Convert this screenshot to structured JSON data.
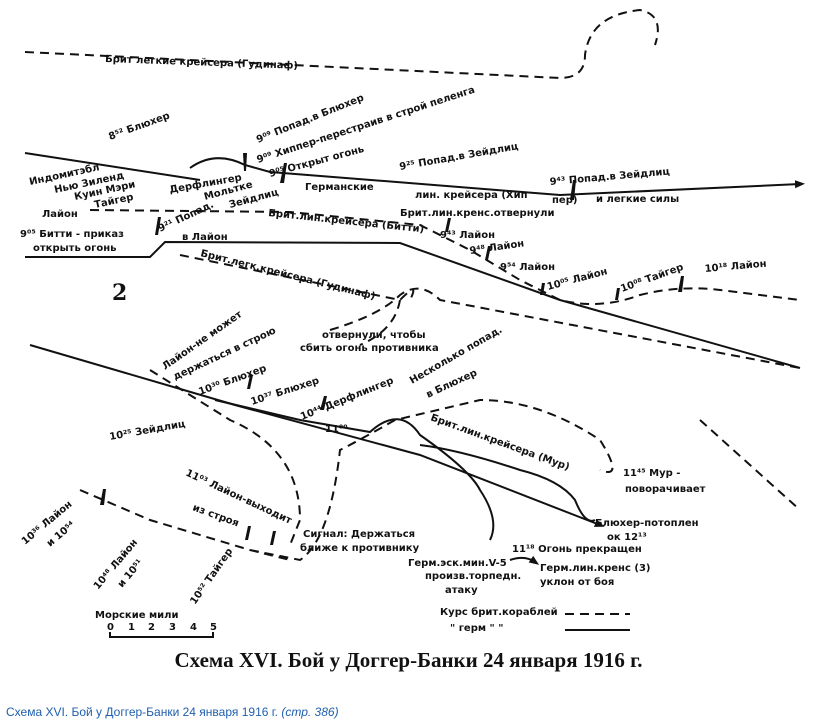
{
  "diagram": {
    "panel_number": "2",
    "labels": {
      "brit_light_goodenough_top": "Брит легкие крейсера (Гудинаф)",
      "bluecher_852": "8⁵² Блюхер",
      "indomitable": "Индомитэбл",
      "new_zealand": "Нью Зиленд",
      "queen_mary": "Куин Мэри",
      "tiger": "Тайгер",
      "lion": "Лайон",
      "beatty_order": "9⁰⁵ Битти - приказ",
      "open_fire": "открыть огонь",
      "hit_lion_921": "9²¹ Попад.",
      "hit_lion_921b": "в Лайон",
      "derfflinger": "Дерфлингер",
      "moltke": "Мольтке",
      "seydlitz": "Зейдлиц",
      "hit_bluecher_909": "9⁰⁹ Попад.в Блюхер",
      "hipper_reform": "9⁰⁹ Хиппер-перестраив в строй пеленга",
      "open_fire_905": "9⁰⁵ Открыт огонь",
      "german_bc_1": "Германские",
      "german_bc_2": "лин. крейсера (Хип",
      "german_bc_3": "пер)",
      "german_bc_4": "и легкие силы",
      "hit_seydlitz_925": "9²⁵ Попад.в Зейдлиц",
      "hit_seydlitz_943": "9⁴³ Попад.в Зейдлиц",
      "brit_bc_beatty": "Брит.лин.крейсера (Битти)",
      "brit_bc_turned": "Брит.лин.кренс.отвернули",
      "lion_943": "9⁴³ Лайон",
      "lion_948": "9⁴⁸ Лайон",
      "lion_954": "9⁵⁴ Лайон",
      "lion_1005": "10⁰⁵ Лайон",
      "tiger_1008": "10⁰⁸ Тайгер",
      "lion_1018": "10¹⁸ Лайон",
      "brit_light_goodenough": "Брит.легк.крейсера (Гудинаф)",
      "turned_away_1": "отвернули, чтобы",
      "turned_away_2": "сбить огонь противника",
      "lion_cannot_1": "Лайон-не может",
      "lion_cannot_2": "держаться в строю",
      "bluecher_1030": "10³⁰ Блюхер",
      "bluecher_1037": "10³⁷ Блюхер",
      "seydlitz_1025": "10²⁵ Зейдлиц",
      "derfflinger_1044": "10⁴⁴ Дерфлингер",
      "several_hits_1": "Несколько попад.",
      "several_hits_2": "в Блюхер",
      "eleven_oo": "11⁰⁰",
      "brit_bc_moore": "Брит.лин.крейсера (Мур)",
      "moore_1145_1": "11⁴⁵ Мур -",
      "moore_1145_2": "поворачивает",
      "lion_1103_1": "11⁰³ Лайон-выходит",
      "lion_1103_2": "из строя",
      "lion_1036_1": "10³⁶ Лайон",
      "lion_1036_2": "и 10⁵⁴",
      "lion_1048_1": "10⁴⁸ Лайон",
      "lion_1048_2": "и 10⁵¹",
      "tiger_1052": "10⁵² Тайгер",
      "signal_1": "Сигнал: Держаться",
      "signal_2": "ближе к противнику",
      "ger_destroyer_1": "Герм.эск.мин.V-5",
      "ger_destroyer_2": "произв.торпедн.",
      "ger_destroyer_3": "атаку",
      "bluecher_sunk_1": "Блюхер-потоплен",
      "bluecher_sunk_2": "ок 12¹³",
      "ceasefire": "11¹⁸ Огонь прекращен",
      "ger_bc_evade_1": "Герм.лин.кренс (3)",
      "ger_bc_evade_2": "уклон от боя"
    },
    "scale": {
      "title": "Морские мили",
      "ticks": [
        "0",
        "1",
        "2",
        "3",
        "4",
        "5"
      ]
    },
    "legend": {
      "british": "Курс брит.кораблей",
      "german": "\"   герм   \"   \""
    }
  },
  "title": "Схема XVI. Бой у Доггер-Банки 24 января 1916 г.",
  "caption": {
    "text": "Схема XVI. Бой у Доггер-Банки 24 января 1916 г.",
    "page_ref": "(стр. 386)"
  }
}
